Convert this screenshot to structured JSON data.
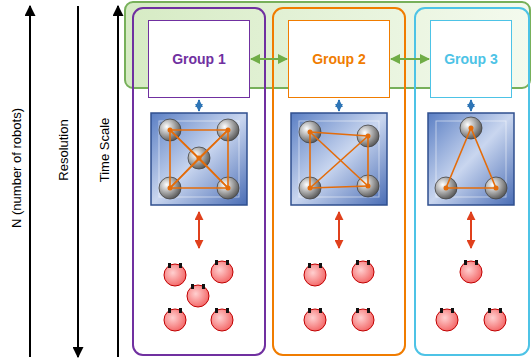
{
  "diagram": {
    "nodes": [
      {
        "text": [
          "Group 1"
        ]
      },
      {
        "text": [
          "Group 2"
        ]
      },
      {
        "text": [
          "Group 3"
        ]
      }
    ],
    "edges": [
      {
        "from": 0,
        "to": 1,
        "arrow": "both"
      },
      {
        "from": 1,
        "to": 2,
        "arrow": "both"
      }
    ],
    "labels": [
      "N (number of robots)",
      "Resolution",
      "Time Scale"
    ]
  }
}
